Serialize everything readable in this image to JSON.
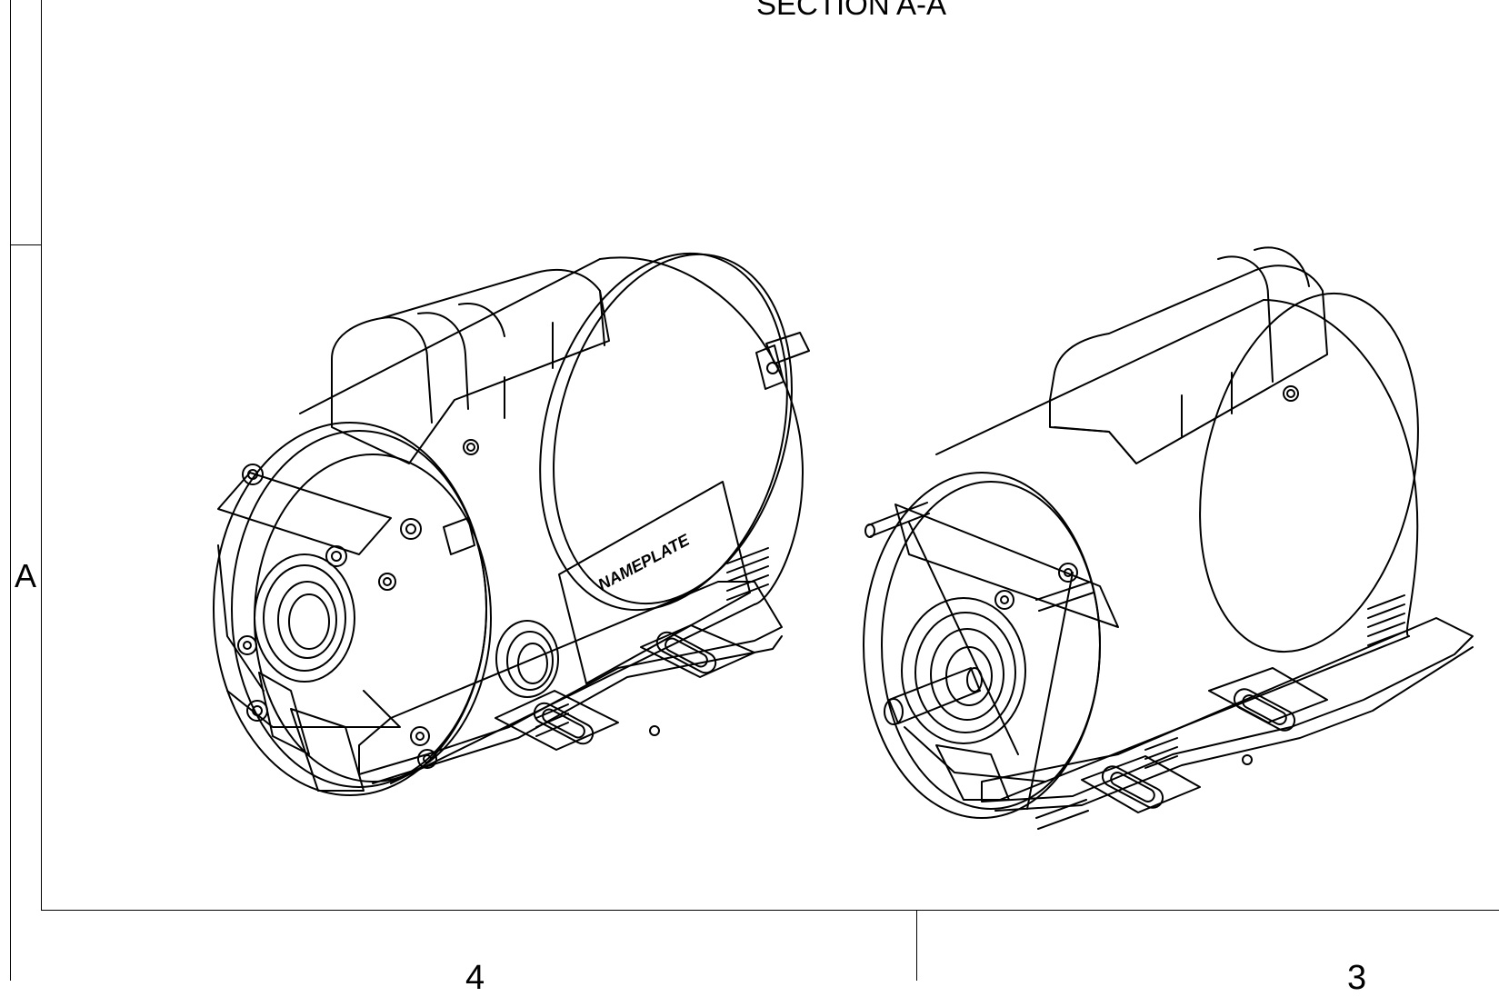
{
  "drawing": {
    "section_title": "SECTION A-A",
    "zone_row": "A",
    "zone_columns": [
      "4",
      "3"
    ],
    "nameplate_label": "NAMEPLATE"
  },
  "views": [
    {
      "name": "motor-view-left",
      "orientation": "rear end view with conduit box and nameplate"
    },
    {
      "name": "motor-view-right",
      "orientation": "shaft end view"
    }
  ]
}
